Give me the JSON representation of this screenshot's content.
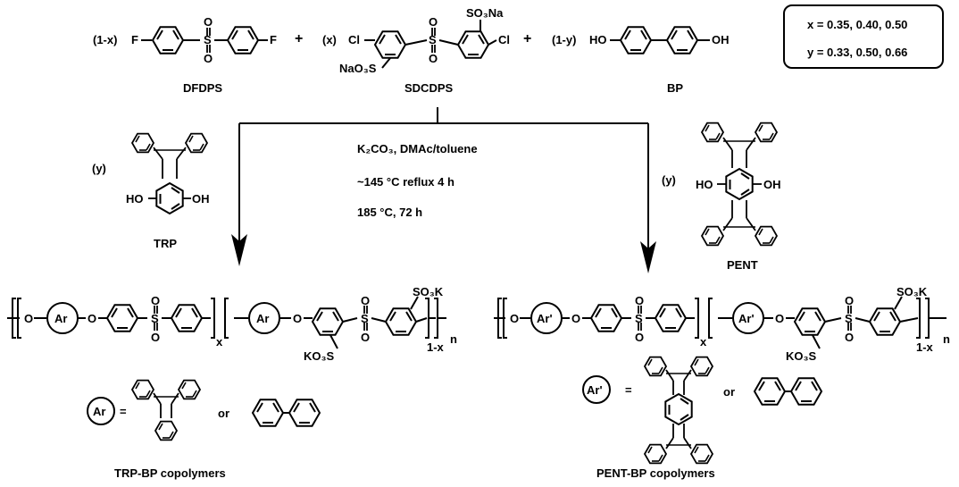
{
  "reactants": {
    "dfdps": {
      "coef": "(1-x)",
      "name": "DFDPS",
      "atom_f1": "F",
      "atom_f2": "F",
      "atom_s": "S",
      "atom_o1": "O",
      "atom_o2": "O"
    },
    "sdcdps": {
      "coef": "(x)",
      "name": "SDCDPS",
      "cl1": "Cl",
      "cl2": "Cl",
      "so3na_top": "SO₃Na",
      "naso3": "NaO₃S",
      "atom_s": "S",
      "atom_o1": "O",
      "atom_o2": "O"
    },
    "bp": {
      "coef": "(1-y)",
      "name": "BP",
      "ho": "HO",
      "oh": "OH"
    },
    "plus1": "+",
    "plus2": "+"
  },
  "ratios": {
    "x": "x = 0.35, 0.40, 0.50",
    "y": "y = 0.33, 0.50, 0.66"
  },
  "conditions": {
    "line1": "K₂CO₃, DMAc/toluene",
    "line2": "~145 °C reflux 4 h",
    "line3": "185 °C, 72 h"
  },
  "trp": {
    "coef": "(y)",
    "name": "TRP",
    "ho": "HO",
    "oh": "OH"
  },
  "pent": {
    "coef": "(y)",
    "name": "PENT",
    "ho": "HO",
    "oh": "OH"
  },
  "polymer_left": {
    "ar": "Ar",
    "o": "O",
    "s": "S",
    "so3k": "SO₃K",
    "ko3s": "KO₃S",
    "sub_x": "x",
    "sub_1x": "1-x",
    "sub_n": "n",
    "ar_def": "Ar",
    "equals": "=",
    "or": "or",
    "name": "TRP-BP copolymers"
  },
  "polymer_right": {
    "ar": "Ar'",
    "o": "O",
    "s": "S",
    "so3k": "SO₃K",
    "ko3s": "KO₃S",
    "sub_x": "x",
    "sub_1x": "1-x",
    "sub_n": "n",
    "ar_def": "Ar'",
    "equals": "=",
    "or": "or",
    "name": "PENT-BP copolymers"
  }
}
